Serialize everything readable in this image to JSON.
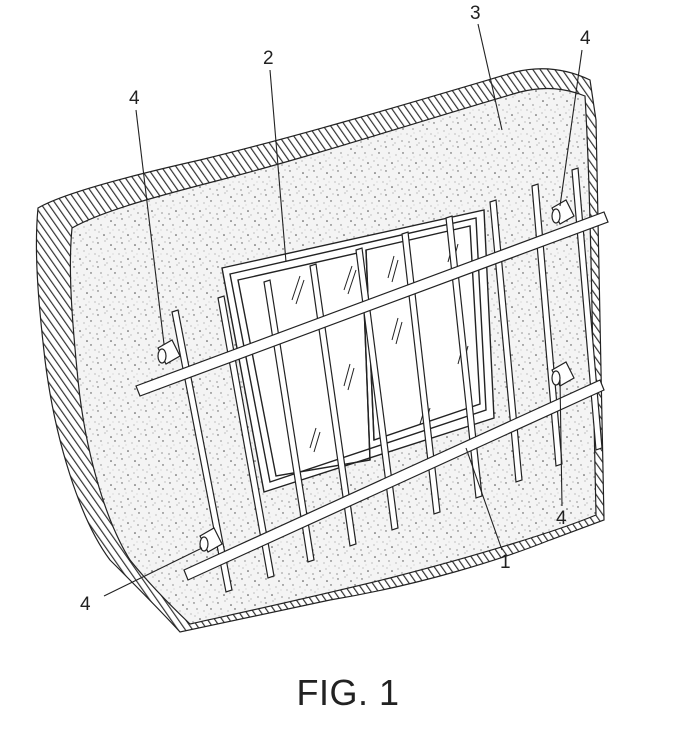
{
  "figure": {
    "caption": "FIG. 1",
    "labels": {
      "grille": "1",
      "window": "2",
      "wall": "3",
      "bracket_top_left": "4",
      "bracket_top_right": "4",
      "bracket_bottom_right": "4",
      "bracket_bottom_left": "4"
    }
  }
}
